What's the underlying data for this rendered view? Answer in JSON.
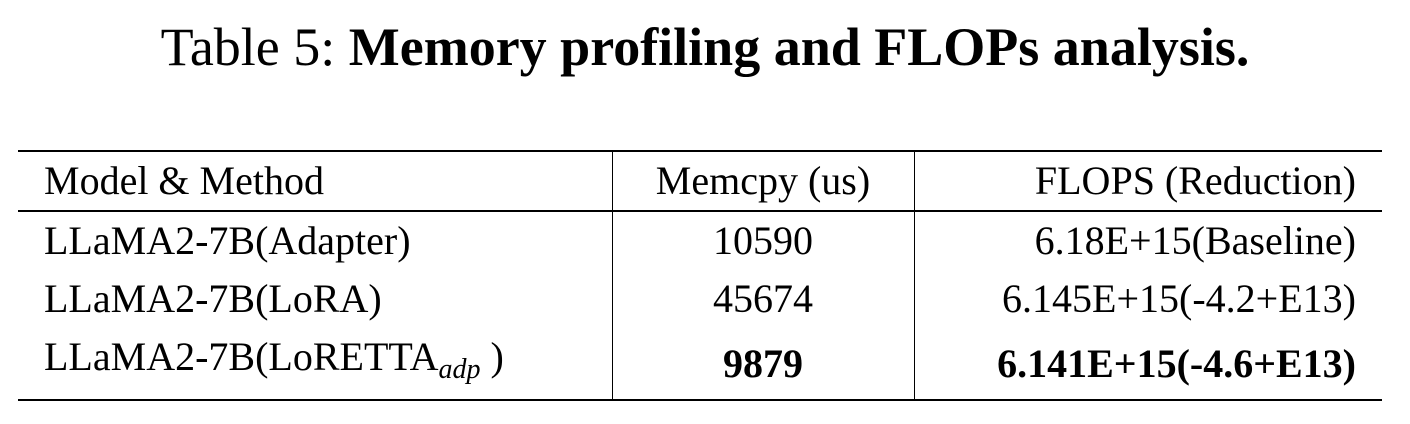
{
  "caption": {
    "label": "Table 5:",
    "title": "Memory profiling and FLOPs analysis."
  },
  "table": {
    "headers": [
      "Model & Method",
      "Memcpy (us)",
      "FLOPS (Reduction)"
    ],
    "rows": [
      {
        "model": "LLaMA2-7B(Adapter)",
        "memcpy": "10590",
        "flops": "6.18E+15(Baseline)"
      },
      {
        "model": "LLaMA2-7B(LoRA)",
        "memcpy": "45674",
        "flops": "6.145E+15(-4.2+E13)"
      },
      {
        "model_base": "LLaMA2-7B(LoRETTA",
        "model_sub": "adp",
        "model_close": " )",
        "memcpy": "9879",
        "flops": "6.141E+15(-4.6+E13)"
      }
    ]
  }
}
